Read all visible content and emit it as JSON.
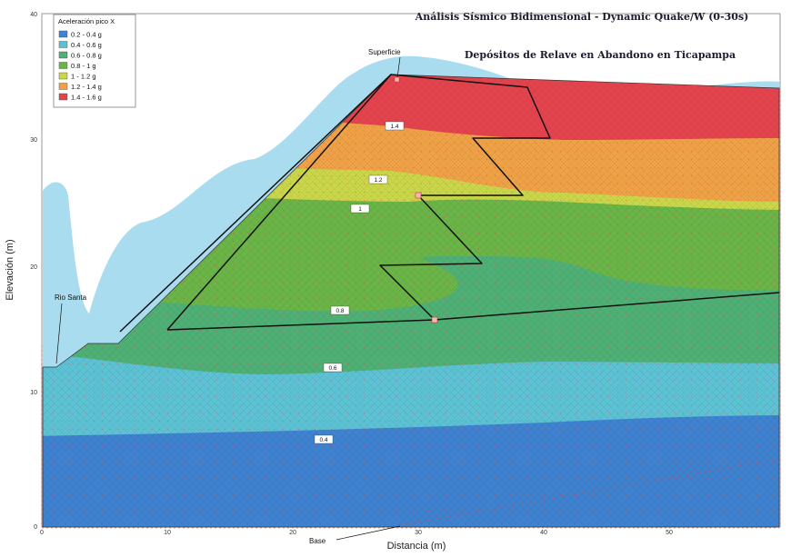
{
  "chart_data": {
    "type": "heatmap",
    "title": "Análisis Sísmico Bidimensional - Dynamic Quake/W (0-30s)",
    "subtitle": "Depósitos de Relave en Abandono en Ticapampa",
    "xlabel": "Distancia (m)",
    "ylabel": "Elevación (m)",
    "xlim": [
      0,
      59
    ],
    "ylim": [
      0,
      40
    ],
    "x_ticks": [
      "0",
      "10",
      "20",
      "30",
      "40",
      "50"
    ],
    "y_ticks": [
      "0",
      "10",
      "20",
      "30",
      "40"
    ],
    "legend": {
      "title": "Aceleración pico X",
      "position": "top-left",
      "entries": [
        {
          "label": "0.2 - 0.4 g",
          "color": "#3f82cf"
        },
        {
          "label": "0.4 - 0.6 g",
          "color": "#5cc1d3"
        },
        {
          "label": "0.6 - 0.8 g",
          "color": "#4fb075"
        },
        {
          "label": "0.8 - 1 g",
          "color": "#6bb447"
        },
        {
          "label": "1 - 1.2 g",
          "color": "#c9d64a"
        },
        {
          "label": "1.2 - 1.4 g",
          "color": "#eea146"
        },
        {
          "label": "1.4 - 1.6 g",
          "color": "#e2434d"
        }
      ]
    },
    "contour_labels": [
      "1.4",
      "1.2",
      "1",
      "0.8",
      "0.6",
      "0.4"
    ],
    "annotations": [
      "Superficie",
      "Rio Santa",
      "Base"
    ],
    "colors": {
      "background_area": "#a9dcef",
      "slip_line": "#111111",
      "mesh_marker": "#e05a5a"
    }
  }
}
